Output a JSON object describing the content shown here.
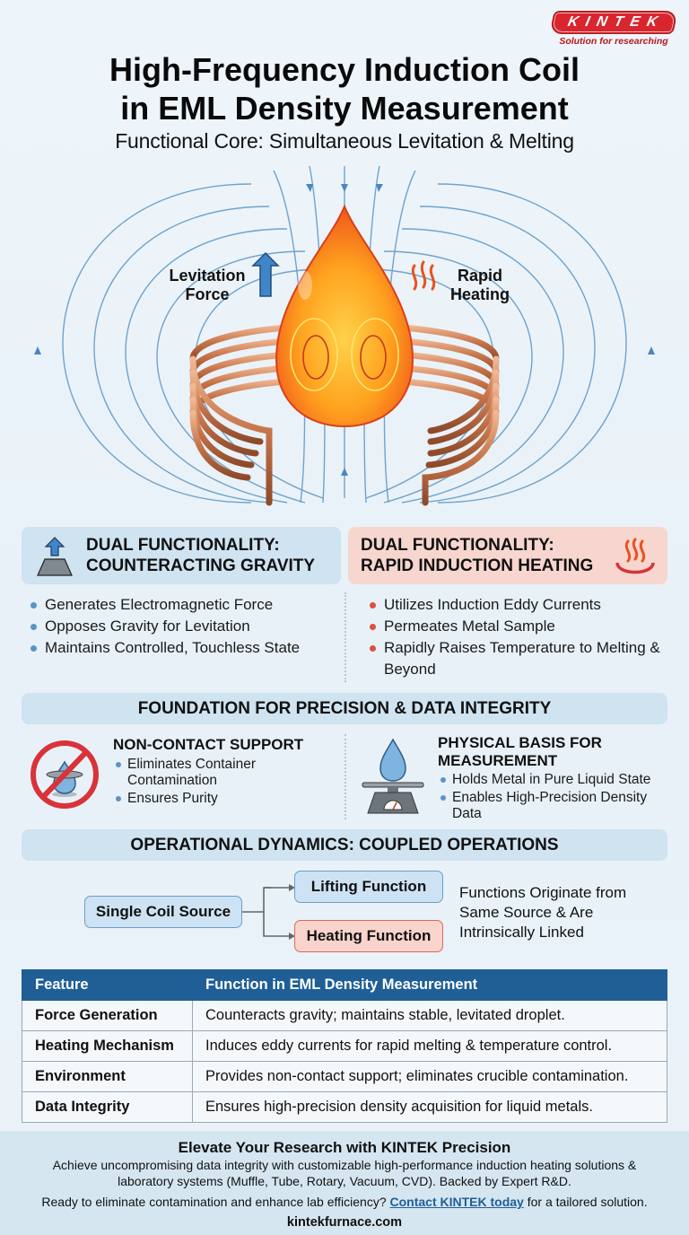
{
  "brand": {
    "logo_text": "KINTEK",
    "tagline": "Solution for researching",
    "colors": {
      "brand_red": "#d9262e",
      "accent_blue": "#1f5f96",
      "panel_blue": "#cfe3f1",
      "panel_red": "#f7d6cf"
    }
  },
  "header": {
    "title_line1": "High-Frequency Induction Coil",
    "title_line2": "in EML Density Measurement",
    "subtitle": "Functional Core: Simultaneous Levitation & Melting"
  },
  "illustration": {
    "label_levitation_line1": "Levitation",
    "label_levitation_line2": "Force",
    "label_heating_line1": "Rapid",
    "label_heating_line2": "Heating",
    "icons": [
      "magnetic-field-lines",
      "molten-droplet",
      "copper-coil",
      "up-arrow-icon",
      "heat-waves-icon",
      "eddy-current-loops"
    ]
  },
  "dual": {
    "left": {
      "title_line1": "DUAL FUNCTIONALITY:",
      "title_line2": "COUNTERACTING GRAVITY",
      "icon": "lift-arrow-icon",
      "bullets": [
        "Generates Electromagnetic Force",
        "Opposes Gravity for Levitation",
        "Maintains Controlled, Touchless State"
      ]
    },
    "right": {
      "title_line1": "DUAL FUNCTIONALITY:",
      "title_line2": "RAPID INDUCTION HEATING",
      "icon": "heat-icon",
      "bullets": [
        "Utilizes Induction Eddy Currents",
        "Permeates Metal Sample",
        "Rapidly Raises Temperature to Melting & Beyond"
      ]
    }
  },
  "foundation": {
    "bar_title": "FOUNDATION FOR PRECISION & DATA INTEGRITY",
    "left": {
      "title": "NON-CONTACT SUPPORT",
      "icon": "no-contact-icon",
      "bullets": [
        "Eliminates Container Contamination",
        "Ensures Purity"
      ]
    },
    "right": {
      "title_line1": "PHYSICAL BASIS FOR",
      "title_line2": "MEASUREMENT",
      "icon": "scale-droplet-icon",
      "bullets": [
        "Holds Metal in Pure Liquid State",
        "Enables High-Precision Density Data"
      ]
    }
  },
  "operations": {
    "bar_title": "OPERATIONAL DYNAMICS: COUPLED OPERATIONS",
    "source": "Single Coil Source",
    "lifting": "Lifting Function",
    "heating": "Heating Function",
    "note": "Functions Originate from Same Source & Are Intrinsically Linked"
  },
  "table": {
    "headers": [
      "Feature",
      "Function in EML Density Measurement"
    ],
    "rows": [
      [
        "Force Generation",
        "Counteracts gravity; maintains stable, levitated droplet."
      ],
      [
        "Heating Mechanism",
        "Induces eddy currents for rapid melting & temperature control."
      ],
      [
        "Environment",
        "Provides non-contact support; eliminates crucible contamination."
      ],
      [
        "Data Integrity",
        "Ensures high-precision density acquisition for liquid metals."
      ]
    ]
  },
  "footer": {
    "heading": "Elevate Your Research with KINTEK Precision",
    "body": "Achieve uncompromising data integrity with customizable high-performance induction heating solutions & laboratory systems (Muffle, Tube, Rotary, Vacuum, CVD). Backed by Expert R&D.",
    "cta_pre": "Ready to eliminate contamination and enhance lab efficiency? ",
    "cta_link": "Contact KINTEK today",
    "cta_post": " for a tailored solution.",
    "website": "kintekfurnace.com"
  }
}
